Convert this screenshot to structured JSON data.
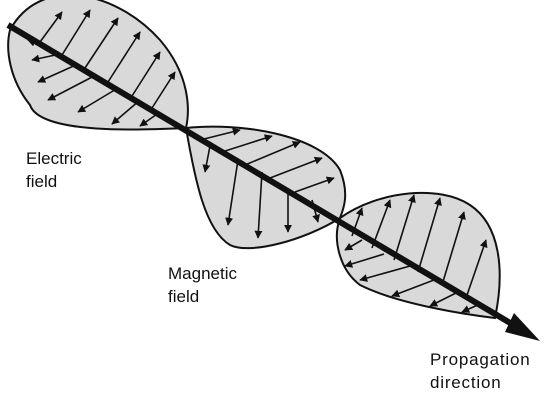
{
  "labels": {
    "electric_line1": "Electric",
    "electric_line2": "field",
    "magnetic_line1": "Magnetic",
    "magnetic_line2": "field",
    "propagation_line1": "Propagation",
    "propagation_line2": "direction"
  },
  "colors": {
    "ink": "#111111",
    "lobe_fill": "#d9d9d9",
    "background": "#ffffff"
  }
}
